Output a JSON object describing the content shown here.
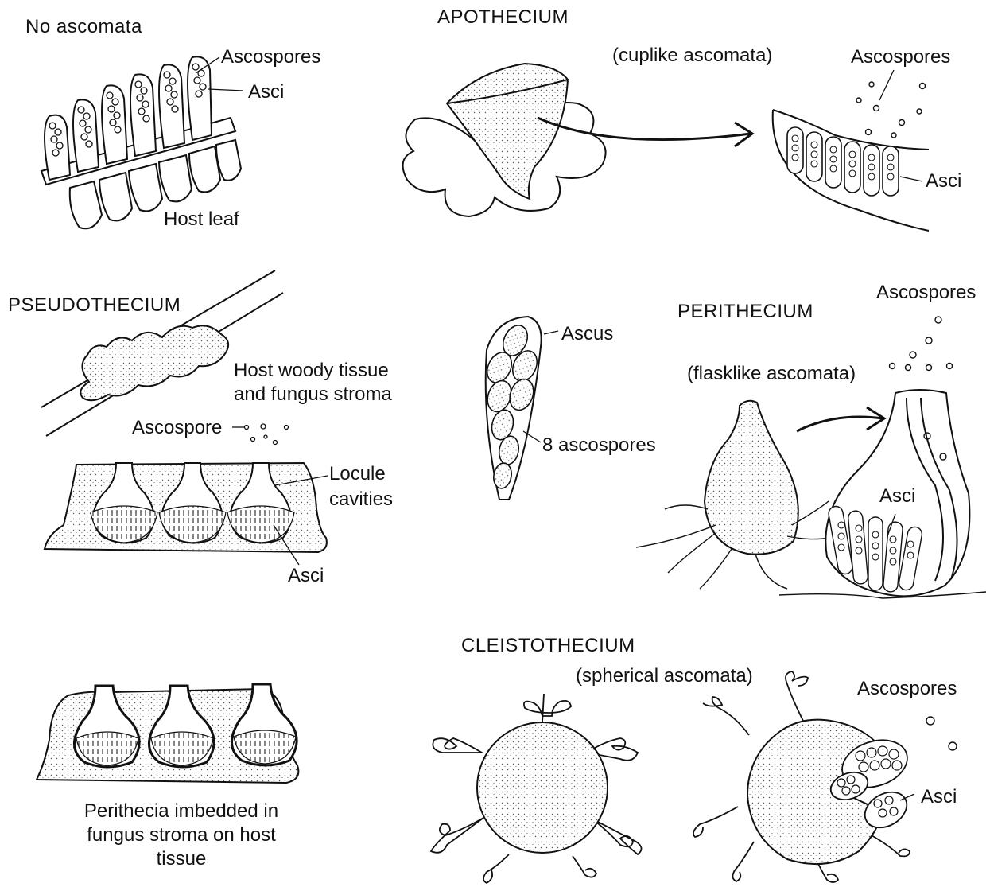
{
  "panels": {
    "no_ascomata": {
      "title": "No ascomata",
      "labels": {
        "ascospores": "Ascospores",
        "asci": "Asci",
        "host_leaf": "Host leaf"
      }
    },
    "apothecium": {
      "title": "APOTHECIUM",
      "subtitle": "(cuplike ascomata)",
      "labels": {
        "ascospores": "Ascospores",
        "asci": "Asci"
      }
    },
    "pseudothecium": {
      "title": "PSEUDOTHECIUM",
      "labels": {
        "host_tissue_line1": "Host woody tissue",
        "host_tissue_line2": "and fungus stroma",
        "ascospore": "Ascospore",
        "locule_line1": "Locule",
        "locule_line2": "cavities",
        "asci": "Asci"
      }
    },
    "ascus": {
      "labels": {
        "ascus": "Ascus",
        "eight_ascospores": "8 ascospores"
      }
    },
    "perithecium": {
      "title": "PERITHECIUM",
      "subtitle": "(flasklike ascomata)",
      "labels": {
        "ascospores": "Ascospores",
        "asci": "Asci"
      }
    },
    "imbedded": {
      "caption_line1": "Perithecia imbedded in",
      "caption_line2": "fungus stroma on host",
      "caption_line3": "tissue"
    },
    "cleistothecium": {
      "title": "CLEISTOTHECIUM",
      "subtitle": "(spherical ascomata)",
      "labels": {
        "ascospores": "Ascospores",
        "asci": "Asci"
      }
    }
  }
}
